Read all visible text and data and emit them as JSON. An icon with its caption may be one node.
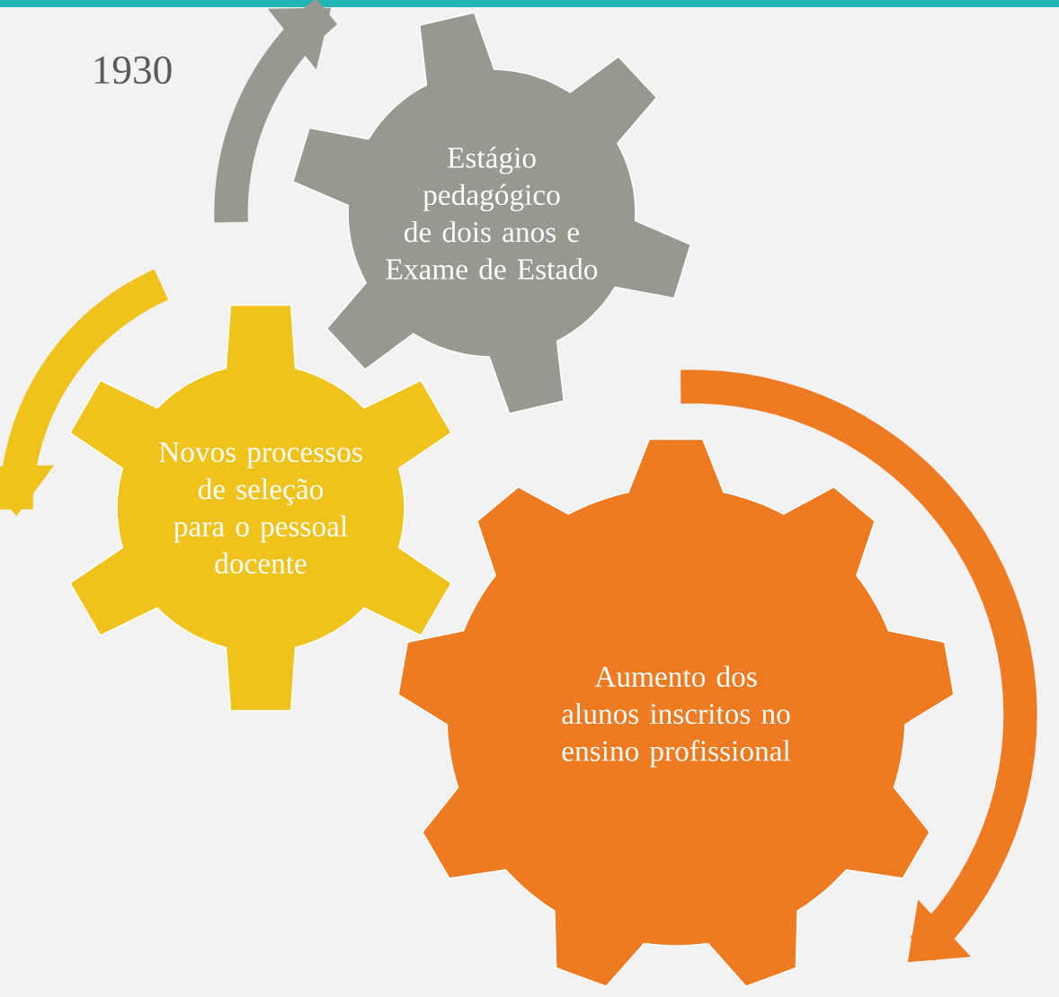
{
  "diagram": {
    "nodes": [
      {
        "text": [
          "Estágio pedagógico de dois anos e Exame de Estado"
        ]
      },
      {
        "text": [
          "Novos processos de seleção para o pessoal docente"
        ]
      },
      {
        "text": [
          "Aumento dos alunos inscritos no ensino profissional"
        ]
      }
    ],
    "labels": [
      "1930"
    ]
  }
}
